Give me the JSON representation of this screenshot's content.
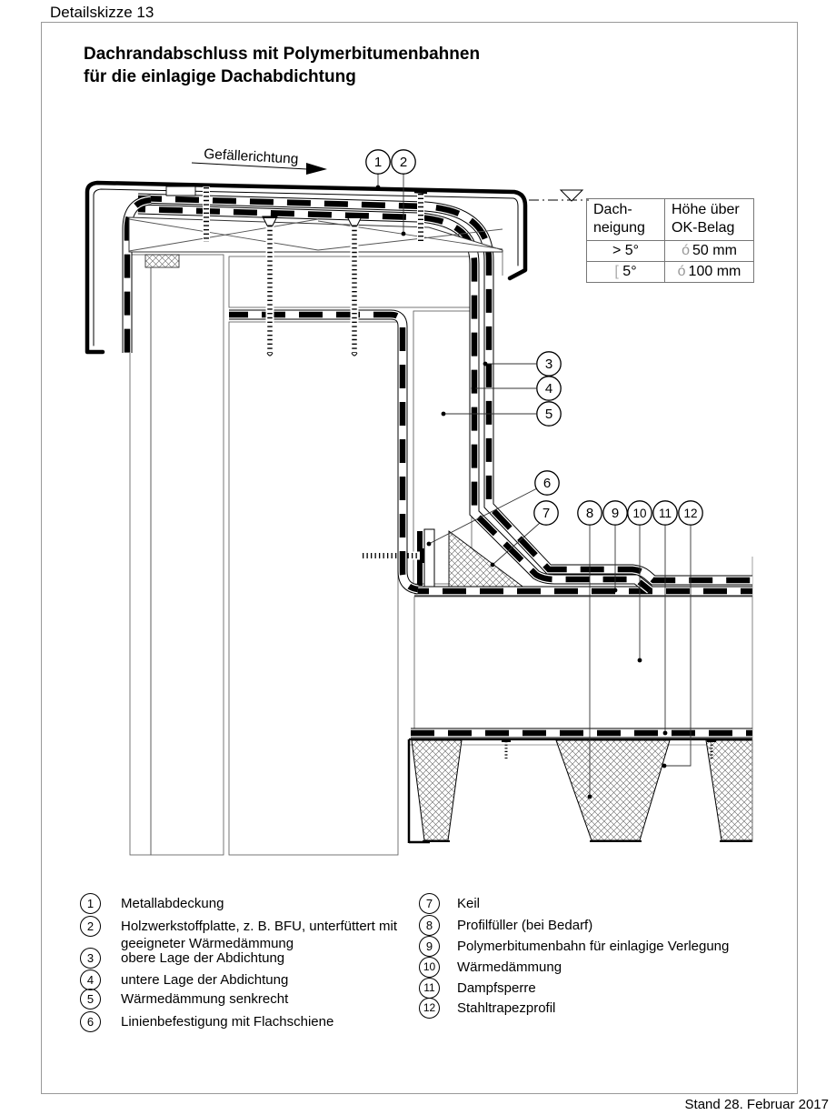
{
  "page": {
    "label": "Detailskizze 13",
    "title_line1": "Dachrandabschluss mit Polymerbitumenbahnen",
    "title_line2": "für die einlagige Dachabdichtung",
    "stand": "Stand 28. Februar 2017"
  },
  "drawing": {
    "slope_label": "Gefällerichtung"
  },
  "colors": {
    "ink": "#000000",
    "paper": "#ffffff",
    "hatch_gray": "#9a9a9a"
  },
  "callouts": [
    {
      "num": "1"
    },
    {
      "num": "2"
    },
    {
      "num": "3"
    },
    {
      "num": "4"
    },
    {
      "num": "5"
    },
    {
      "num": "6"
    },
    {
      "num": "7"
    },
    {
      "num": "8"
    },
    {
      "num": "9"
    },
    {
      "num": "10"
    },
    {
      "num": "11"
    },
    {
      "num": "12"
    }
  ],
  "table": {
    "header": {
      "col1_line1": "Dach-",
      "col1_line2": "neigung",
      "col2_line1": "Höhe über",
      "col2_line2": "OK-Belag"
    },
    "rows": [
      {
        "sign": ">",
        "deg": "5°",
        "hsign": "ó",
        "height": "50 mm"
      },
      {
        "sign": "[",
        "deg": "5°",
        "hsign": "ó",
        "height": "100 mm"
      }
    ]
  },
  "legend": {
    "left": [
      {
        "num": "1",
        "label": "Metallabdeckung"
      },
      {
        "num": "2",
        "label": "Holzwerkstoffplatte, z. B. BFU, unterfüttert mit geeigneter Wärmedämmung"
      },
      {
        "num": "3",
        "label": "obere Lage der Abdichtung"
      },
      {
        "num": "4",
        "label": "untere Lage der Abdichtung"
      },
      {
        "num": "5",
        "label": "Wärmedämmung senkrecht"
      },
      {
        "num": "6",
        "label": "Linienbefestigung mit Flachschiene"
      }
    ],
    "right": [
      {
        "num": "7",
        "label": "Keil"
      },
      {
        "num": "8",
        "label": "Profilfüller (bei Bedarf)"
      },
      {
        "num": "9",
        "label": "Polymerbitumenbahn für einlagige Verlegung"
      },
      {
        "num": "10",
        "label": "Wärmedämmung"
      },
      {
        "num": "11",
        "label": "Dampfsperre"
      },
      {
        "num": "12",
        "label": "Stahltrapezprofil"
      }
    ]
  }
}
